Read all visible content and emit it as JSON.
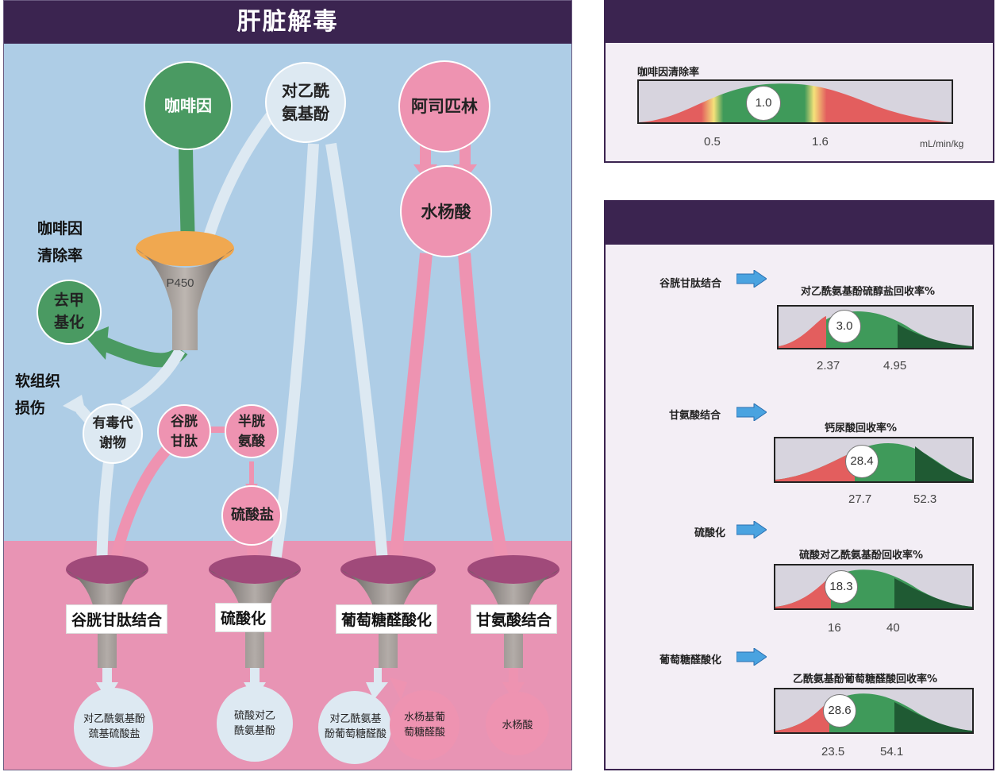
{
  "main": {
    "title": "肝脏解毒",
    "sources": {
      "caffeine": "咖啡因",
      "acetaminophen": "对乙酰\n氨基酚",
      "aspirin": "阿司匹林"
    },
    "enzyme": "P450",
    "salicylic_acid": "水杨酸",
    "caffeine_clearance": "咖啡因\n清除率",
    "demethylation": "去甲\n基化",
    "soft_tissue_damage": "软组织\n损伤",
    "toxic_metabolite": "有毒代\n谢物",
    "glutathione": "谷胱\n甘肽",
    "cysteine": "半胱\n氨酸",
    "sulfate": "硫酸盐",
    "funnels": [
      "谷胱甘肽结合",
      "硫酸化",
      "葡萄糖醛酸化",
      "甘氨酸结合"
    ],
    "products": [
      "对乙酰氨基酚\n巯基硫酸盐",
      "硫酸对乙\n酰氨基酚",
      "对乙酰氨基\n酚葡萄糖醛酸",
      "水杨基葡\n萄糖醛酸",
      "水杨酸"
    ]
  },
  "caffeine_panel": {
    "gauge_title": "咖啡因清除率",
    "value": "1.0",
    "low": "0.5",
    "high": "1.6",
    "unit": "mL/min/kg"
  },
  "pathways_panel": {
    "items": [
      {
        "pathway": "谷胱甘肽结合",
        "gauge_title": "对乙酰氨基酚硫醇盐回收率%",
        "value": "3.0",
        "low": "2.37",
        "high": "4.95"
      },
      {
        "pathway": "甘氨酸结合",
        "gauge_title": "钙尿酸回收率%",
        "value": "28.4",
        "low": "27.7",
        "high": "52.3"
      },
      {
        "pathway": "硫酸化",
        "gauge_title": "硫酸对乙酰氨基酚回收率%",
        "value": "18.3",
        "low": "16",
        "high": "40"
      },
      {
        "pathway": "葡萄糖醛酸化",
        "gauge_title": "乙酰氨基酚葡萄糖醛酸回收率%",
        "value": "28.6",
        "low": "23.5",
        "high": "54.1"
      }
    ]
  },
  "colors": {
    "header": "#3b2450",
    "liver_bg": "#aecde6",
    "lower_bg": "#e894b4",
    "caffeine": "#4a9a62",
    "acetaminophen": "#dde9f2",
    "aspirin": "#ee93b1",
    "gauge_red": "#e76565",
    "gauge_green": "#3f9a5a",
    "gauge_dark_green": "#1f5a33"
  }
}
